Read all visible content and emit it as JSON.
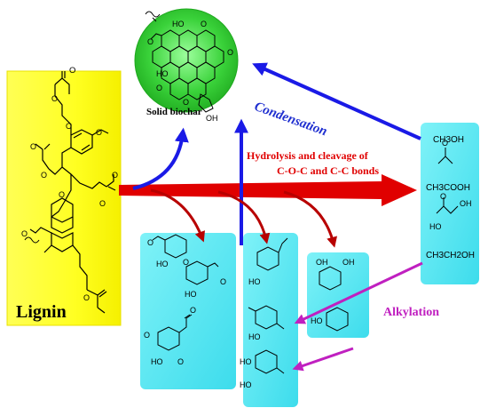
{
  "colors": {
    "lignin_box": "#ffff33",
    "product_box": "#55e8f2",
    "biochar_sphere": "#3dd63d",
    "condensation_arrow": "#1a1ae6",
    "hydrolysis_arrow": "#e00000",
    "alkylation_arrow": "#c020c0",
    "side_arrow": "#b80000"
  },
  "lignin": {
    "title": "Lignin",
    "labels": {
      "o1": "O",
      "o2": "O",
      "o3": "O",
      "o4": "O",
      "o5": "O",
      "o6": "O",
      "o7": "O",
      "o8": "O",
      "o9": "O",
      "o10": "O",
      "o11": "O"
    }
  },
  "biochar": {
    "label": "Solid biochar",
    "oh1": "HO",
    "oh2": "HO",
    "oh3": "OH",
    "o1": "O",
    "o2": "O",
    "o3": "O",
    "o4": "O",
    "o5": "O"
  },
  "process": {
    "condensation": "Condensation",
    "hydrolysis_line1": "Hydrolysis and cleavage of",
    "hydrolysis_line2": "C-O-C and C-C bonds",
    "alkylation": "Alkylation"
  },
  "small_molecules": {
    "methanol": "CH3OH",
    "acetone_o": "O",
    "acetic_acid": "CH3COOH",
    "hydroxyacetone_o": "O",
    "hydroxyacetone_oh": "OH",
    "ho_label": "HO",
    "ethanol": "CH3CH2OH"
  },
  "phenolics_left": {
    "o1": "O",
    "ho1": "HO",
    "o2": "O",
    "ho2": "HO",
    "o3": "O",
    "o4": "O",
    "ho3": "HO",
    "o5": "O",
    "o6": "O"
  },
  "phenolics_middle": {
    "ho1": "HO",
    "ho2": "HO",
    "ho3": "HO",
    "ho4": "HO"
  },
  "phenolics_right": {
    "oh1": "OH",
    "oh2": "OH",
    "ho1": "HO"
  }
}
